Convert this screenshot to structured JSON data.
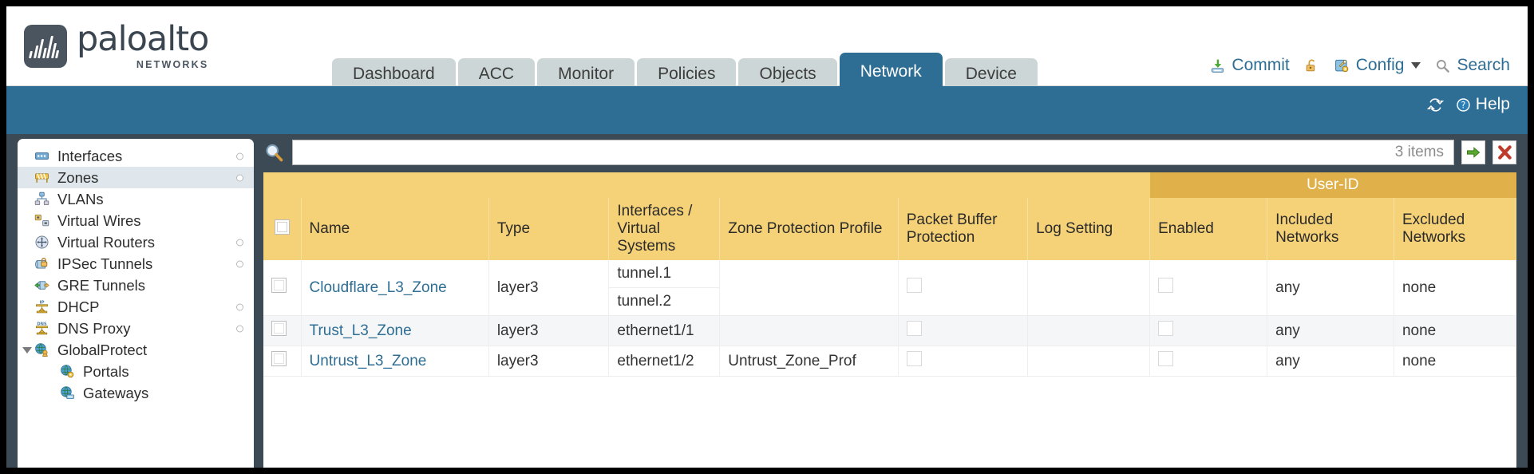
{
  "brand": {
    "name": "paloalto",
    "tagline": "NETWORKS",
    "registered": "®"
  },
  "tabs": [
    {
      "label": "Dashboard",
      "active": false
    },
    {
      "label": "ACC",
      "active": false
    },
    {
      "label": "Monitor",
      "active": false
    },
    {
      "label": "Policies",
      "active": false
    },
    {
      "label": "Objects",
      "active": false
    },
    {
      "label": "Network",
      "active": true
    },
    {
      "label": "Device",
      "active": false
    }
  ],
  "top_actions": {
    "commit": "Commit",
    "lock": "",
    "config": "Config",
    "search": "Search"
  },
  "blueband": {
    "refresh": "",
    "help": "Help"
  },
  "sidebar": {
    "items": [
      {
        "label": "Interfaces",
        "icon": "interfaces-icon",
        "selected": false,
        "child": false,
        "dot": true,
        "expander": false
      },
      {
        "label": "Zones",
        "icon": "zones-icon",
        "selected": true,
        "child": false,
        "dot": true,
        "expander": false
      },
      {
        "label": "VLANs",
        "icon": "vlans-icon",
        "selected": false,
        "child": false,
        "dot": false,
        "expander": false
      },
      {
        "label": "Virtual Wires",
        "icon": "virtual-wires-icon",
        "selected": false,
        "child": false,
        "dot": false,
        "expander": false
      },
      {
        "label": "Virtual Routers",
        "icon": "virtual-routers-icon",
        "selected": false,
        "child": false,
        "dot": true,
        "expander": false
      },
      {
        "label": "IPSec Tunnels",
        "icon": "ipsec-tunnels-icon",
        "selected": false,
        "child": false,
        "dot": true,
        "expander": false
      },
      {
        "label": "GRE Tunnels",
        "icon": "gre-tunnels-icon",
        "selected": false,
        "child": false,
        "dot": false,
        "expander": false
      },
      {
        "label": "DHCP",
        "icon": "dhcp-icon",
        "selected": false,
        "child": false,
        "dot": true,
        "expander": false
      },
      {
        "label": "DNS Proxy",
        "icon": "dns-proxy-icon",
        "selected": false,
        "child": false,
        "dot": true,
        "expander": false
      },
      {
        "label": "GlobalProtect",
        "icon": "globalprotect-icon",
        "selected": false,
        "child": false,
        "dot": false,
        "expander": true
      },
      {
        "label": "Portals",
        "icon": "portals-icon",
        "selected": false,
        "child": true,
        "dot": false,
        "expander": false
      },
      {
        "label": "Gateways",
        "icon": "gateways-icon",
        "selected": false,
        "child": true,
        "dot": false,
        "expander": false
      }
    ]
  },
  "search": {
    "value": "",
    "placeholder": "",
    "item_count": "3 items",
    "apply_label": "",
    "clear_label": ""
  },
  "table": {
    "group_header": {
      "label": "User-ID",
      "span": 3
    },
    "columns": [
      "Name",
      "Type",
      "Interfaces / Virtual Systems",
      "Zone Protection Profile",
      "Packet Buffer Protection",
      "Log Setting",
      "Enabled",
      "Included Networks",
      "Excluded Networks"
    ],
    "rows": [
      {
        "selected": false,
        "name": "Cloudflare_L3_Zone",
        "type": "layer3",
        "interfaces": [
          "tunnel.1",
          "tunnel.2"
        ],
        "zone_protection_profile": "",
        "packet_buffer_protection": false,
        "log_setting": "",
        "userid_enabled": false,
        "included_networks": "any",
        "excluded_networks": "none"
      },
      {
        "selected": false,
        "name": "Trust_L3_Zone",
        "type": "layer3",
        "interfaces": [
          "ethernet1/1"
        ],
        "zone_protection_profile": "",
        "packet_buffer_protection": false,
        "log_setting": "",
        "userid_enabled": false,
        "included_networks": "any",
        "excluded_networks": "none"
      },
      {
        "selected": false,
        "name": "Untrust_L3_Zone",
        "type": "layer3",
        "interfaces": [
          "ethernet1/2"
        ],
        "zone_protection_profile": "Untrust_Zone_Prof",
        "packet_buffer_protection": false,
        "log_setting": "",
        "userid_enabled": false,
        "included_networks": "any",
        "excluded_networks": "none"
      }
    ]
  },
  "colors": {
    "brand_blue": "#2e6e94",
    "tab_inactive": "#ccd6d6",
    "header_gold": "#f5d177",
    "group_gold": "#e0b14a",
    "body_slate": "#3b4a55",
    "link": "#2e6e94"
  }
}
